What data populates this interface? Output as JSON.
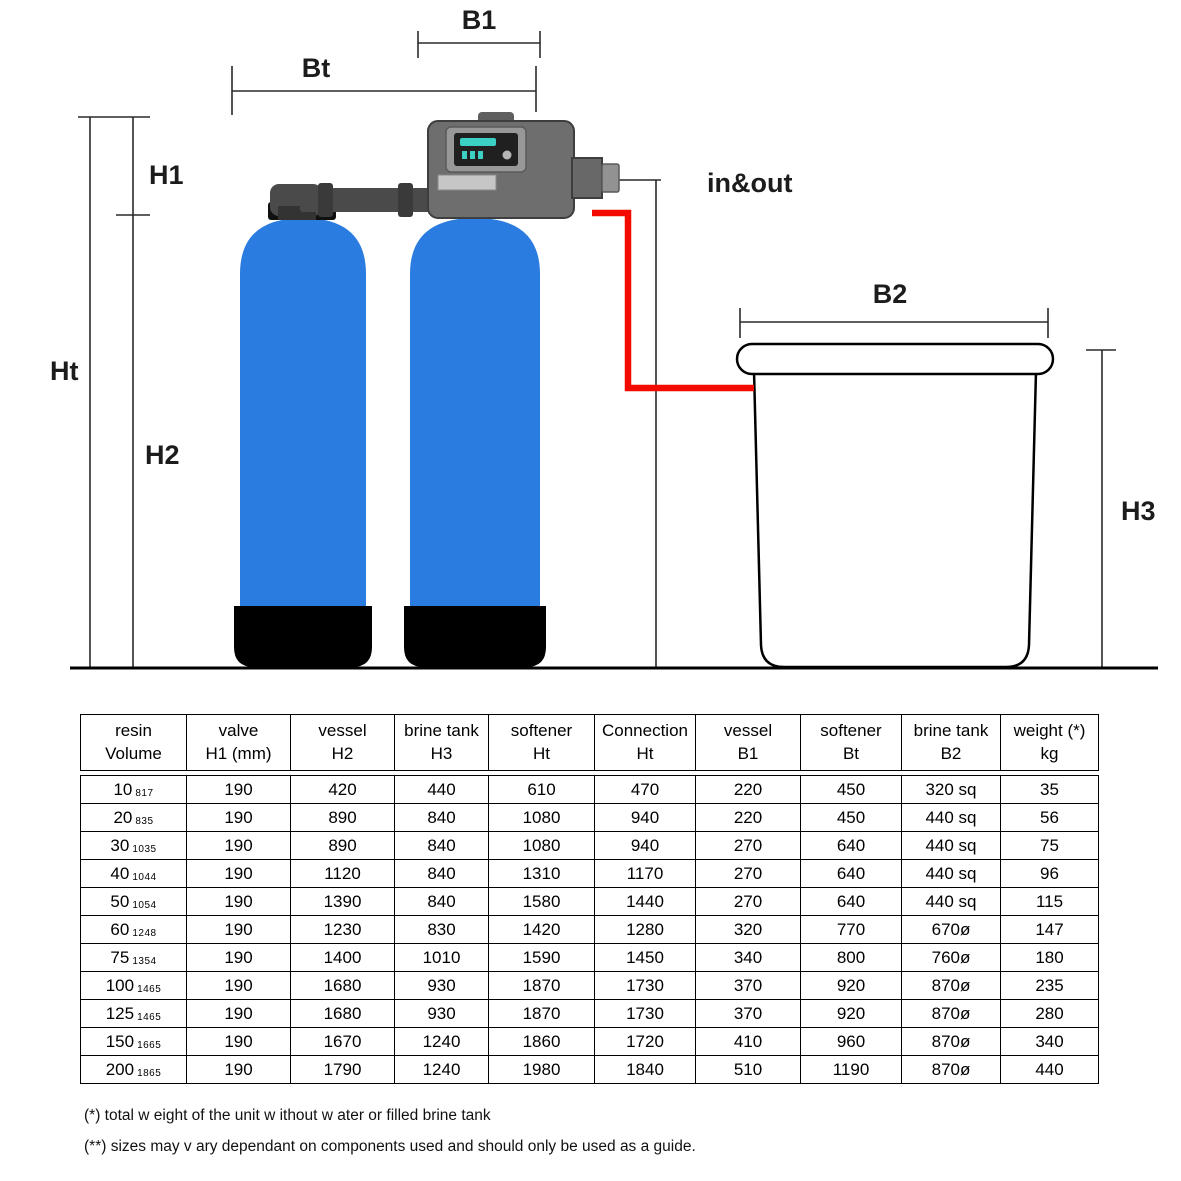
{
  "diagram": {
    "labels": {
      "b1": "B1",
      "bt": "Bt",
      "h1": "H1",
      "ht": "Ht",
      "h2": "H2",
      "b2": "B2",
      "h3": "H3",
      "in_out": "in&out"
    },
    "colors": {
      "tank_blue": "#2b7ce0",
      "tank_base_black": "#000000",
      "valve_gray": "#6e6e6e",
      "pipe_gray": "#4a4a4a",
      "brine_line_red": "#f30b00",
      "display_teal": "#3ccfc4"
    }
  },
  "table": {
    "headers": [
      {
        "line1": "resin",
        "line2": "Volume"
      },
      {
        "line1": "valve",
        "line2": "H1 (mm)"
      },
      {
        "line1": "vessel",
        "line2": "H2"
      },
      {
        "line1": "brine tank",
        "line2": "H3"
      },
      {
        "line1": "softener",
        "line2": "Ht"
      },
      {
        "line1": "Connection",
        "line2": "Ht"
      },
      {
        "line1": "vessel",
        "line2": "B1"
      },
      {
        "line1": "softener",
        "line2": "Bt"
      },
      {
        "line1": "brine tank",
        "line2": "B2"
      },
      {
        "line1": "weight (*)",
        "line2": "kg"
      }
    ],
    "rows": [
      {
        "resin_volume": "10",
        "vessel_code": "817",
        "values": [
          "190",
          "420",
          "440",
          "610",
          "470",
          "220",
          "450",
          "320 sq",
          "35"
        ]
      },
      {
        "resin_volume": "20",
        "vessel_code": "835",
        "values": [
          "190",
          "890",
          "840",
          "1080",
          "940",
          "220",
          "450",
          "440 sq",
          "56"
        ]
      },
      {
        "resin_volume": "30",
        "vessel_code": "1035",
        "values": [
          "190",
          "890",
          "840",
          "1080",
          "940",
          "270",
          "640",
          "440 sq",
          "75"
        ]
      },
      {
        "resin_volume": "40",
        "vessel_code": "1044",
        "values": [
          "190",
          "1120",
          "840",
          "1310",
          "1170",
          "270",
          "640",
          "440 sq",
          "96"
        ]
      },
      {
        "resin_volume": "50",
        "vessel_code": "1054",
        "values": [
          "190",
          "1390",
          "840",
          "1580",
          "1440",
          "270",
          "640",
          "440 sq",
          "115"
        ]
      },
      {
        "resin_volume": "60",
        "vessel_code": "1248",
        "values": [
          "190",
          "1230",
          "830",
          "1420",
          "1280",
          "320",
          "770",
          "670ø",
          "147"
        ]
      },
      {
        "resin_volume": "75",
        "vessel_code": "1354",
        "values": [
          "190",
          "1400",
          "1010",
          "1590",
          "1450",
          "340",
          "800",
          "760ø",
          "180"
        ]
      },
      {
        "resin_volume": "100",
        "vessel_code": "1465",
        "values": [
          "190",
          "1680",
          "930",
          "1870",
          "1730",
          "370",
          "920",
          "870ø",
          "235"
        ]
      },
      {
        "resin_volume": "125",
        "vessel_code": "1465",
        "values": [
          "190",
          "1680",
          "930",
          "1870",
          "1730",
          "370",
          "920",
          "870ø",
          "280"
        ]
      },
      {
        "resin_volume": "150",
        "vessel_code": "1665",
        "values": [
          "190",
          "1670",
          "1240",
          "1860",
          "1720",
          "410",
          "960",
          "870ø",
          "340"
        ]
      },
      {
        "resin_volume": "200",
        "vessel_code": "1865",
        "values": [
          "190",
          "1790",
          "1240",
          "1980",
          "1840",
          "510",
          "1190",
          "870ø",
          "440"
        ]
      }
    ]
  },
  "footnotes": [
    "(*) total w eight of the unit w ithout w ater or filled brine tank",
    "(**) sizes may v ary dependant on components used and should only be used as a guide."
  ]
}
